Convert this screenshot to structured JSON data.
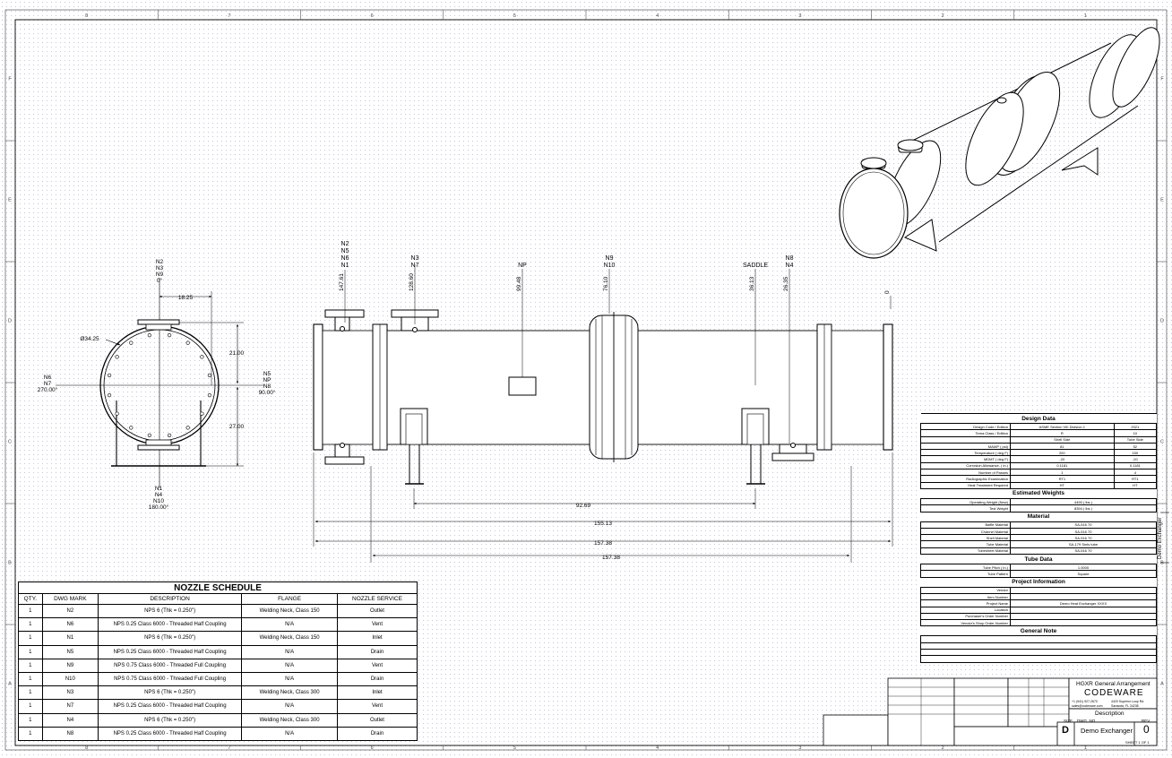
{
  "border": {
    "zone_numbers": [
      "8",
      "7",
      "6",
      "5",
      "4",
      "3",
      "2",
      "1"
    ],
    "zone_letters": [
      "F",
      "E",
      "D",
      "C",
      "B",
      "A"
    ]
  },
  "end_view": {
    "top_labels": [
      "N2",
      "N3",
      "N9",
      "0°"
    ],
    "left_labels": [
      "N6",
      "N7",
      "270.00°"
    ],
    "right_labels": [
      "N5",
      "NP",
      "N8",
      "90.00°"
    ],
    "bottom_labels": [
      "N1",
      "N4",
      "N10",
      "180.00°"
    ],
    "dims": {
      "offset": "18.25",
      "diameter": "Ø34.25",
      "upper": "21.00",
      "lower": "27.00"
    }
  },
  "side_view": {
    "callouts": [
      {
        "labels": [
          "N2",
          "N5",
          "N6",
          "N1"
        ],
        "dim": "147.61"
      },
      {
        "labels": [
          "N3",
          "N7"
        ],
        "dim": "128.60"
      },
      {
        "labels": [
          "NP"
        ],
        "dim": "99.48"
      },
      {
        "labels": [
          "N9",
          "N10"
        ],
        "dim": "76.10"
      },
      {
        "labels": [
          "SADDLE"
        ],
        "dim": "36.13"
      },
      {
        "labels": [
          "N8",
          "N4"
        ],
        "dim": "26.35"
      },
      {
        "labels": [],
        "dim": "0"
      }
    ],
    "dims": {
      "saddle_spacing": "92.69",
      "d1": "155.13",
      "d2": "157.38",
      "d3": "157.38"
    }
  },
  "nozzle_schedule": {
    "title": "NOZZLE SCHEDULE",
    "headers": [
      "QTY.",
      "DWG MARK",
      "DESCRIPTION",
      "FLANGE",
      "NOZZLE SERVICE"
    ],
    "rows": [
      [
        "1",
        "N2",
        "NPS 6 (Thk = 0.250\")",
        "Welding Neck, Class 150",
        "Outlet"
      ],
      [
        "1",
        "N6",
        "NPS 0.25 Class 6000 - Threaded Half Coupling",
        "N/A",
        "Vent"
      ],
      [
        "1",
        "N1",
        "NPS 6 (Thk = 0.250\")",
        "Welding Neck, Class 150",
        "Inlet"
      ],
      [
        "1",
        "N5",
        "NPS 0.25 Class 6000 - Threaded Half Coupling",
        "N/A",
        "Drain"
      ],
      [
        "1",
        "N9",
        "NPS 0.75 Class 6000 - Threaded Full Coupling",
        "N/A",
        "Vent"
      ],
      [
        "1",
        "N10",
        "NPS 0.75 Class 6000 - Threaded Full Coupling",
        "N/A",
        "Drain"
      ],
      [
        "1",
        "N3",
        "NPS 6 (Thk = 0.250\")",
        "Welding Neck, Class 300",
        "Inlet"
      ],
      [
        "1",
        "N7",
        "NPS 0.25 Class 6000 - Threaded Half Coupling",
        "N/A",
        "Vent"
      ],
      [
        "1",
        "N4",
        "NPS 6 (Thk = 0.250\")",
        "Welding Neck, Class 300",
        "Outlet"
      ],
      [
        "1",
        "N8",
        "NPS 0.25 Class 6000 - Threaded Half Coupling",
        "N/A",
        "Drain"
      ]
    ]
  },
  "design_data": {
    "title": "Design Data",
    "code_row": [
      "Design Code / Edition",
      "ASME Section VIII Division 1",
      "2021"
    ],
    "tema_row": [
      "Tema Class / Edition",
      "R",
      "10"
    ],
    "col_headers": [
      "",
      "Shell Side",
      "Tube Side"
    ],
    "rows": [
      [
        "MAWP ( psi)",
        "81",
        "52"
      ],
      [
        "Temperature ( deg F)",
        "200",
        "150"
      ],
      [
        "MDMT ( deg F)",
        "-20",
        "-20"
      ],
      [
        "Corrosion Allowance, ( in.)",
        "0.1181",
        "0.1181"
      ],
      [
        "Number of Passes",
        "1",
        "4"
      ],
      [
        "Radiographic Examination",
        "RT1",
        "RT1"
      ],
      [
        "Heat Treatment Required",
        "HT",
        "HT"
      ]
    ],
    "weights_title": "Estimated Weights",
    "weights": [
      [
        "Operating Weight (New)",
        "4490 ( lbs )"
      ],
      [
        "Test Weight",
        "8394 ( lbs )"
      ]
    ],
    "material_title": "Material",
    "materials": [
      [
        "Baffle Material",
        "SA-516 70"
      ],
      [
        "Channel Material",
        "SA-516 70"
      ],
      [
        "Shell Material",
        "SA-516 70"
      ],
      [
        "Tube Material",
        "SA-179 Smls tube"
      ],
      [
        "Tubesheet Material",
        "SA-516 70"
      ]
    ],
    "tube_title": "Tube Data",
    "tube": [
      [
        "Tube Pitch ( in.)",
        "1.0000"
      ],
      [
        "Tube Pattern",
        "Square"
      ]
    ],
    "project_title": "Project Information",
    "project": [
      [
        "Vendor",
        ""
      ],
      [
        "Item Number",
        ""
      ],
      [
        "Project Name",
        "Demo Heat Exchanger XXXX"
      ],
      [
        "Location",
        ""
      ],
      [
        "Purchaser's Order Number",
        ""
      ],
      [
        "Vendor's Shop Order Number",
        ""
      ]
    ],
    "note_title": "General Note"
  },
  "title_block": {
    "drawing_title": "HGXR General Arrangement",
    "company": "CODEWARE",
    "phone": "+1 (941) 927-2670",
    "email": "sales@codeware.com",
    "address1": "4420 Superior Loop Rd.",
    "address2": "Sarasota, FL 34238",
    "desc_label": "Description",
    "size": "D",
    "dwg_no": "Demo Exchanger",
    "rev": "0",
    "sheet": "SHEET 1 OF 1",
    "size_label": "SIZE",
    "dwg_label": "DWG. NO.",
    "rev_label": "REV"
  },
  "side_tab": {
    "label": "Demo Exchanger"
  }
}
